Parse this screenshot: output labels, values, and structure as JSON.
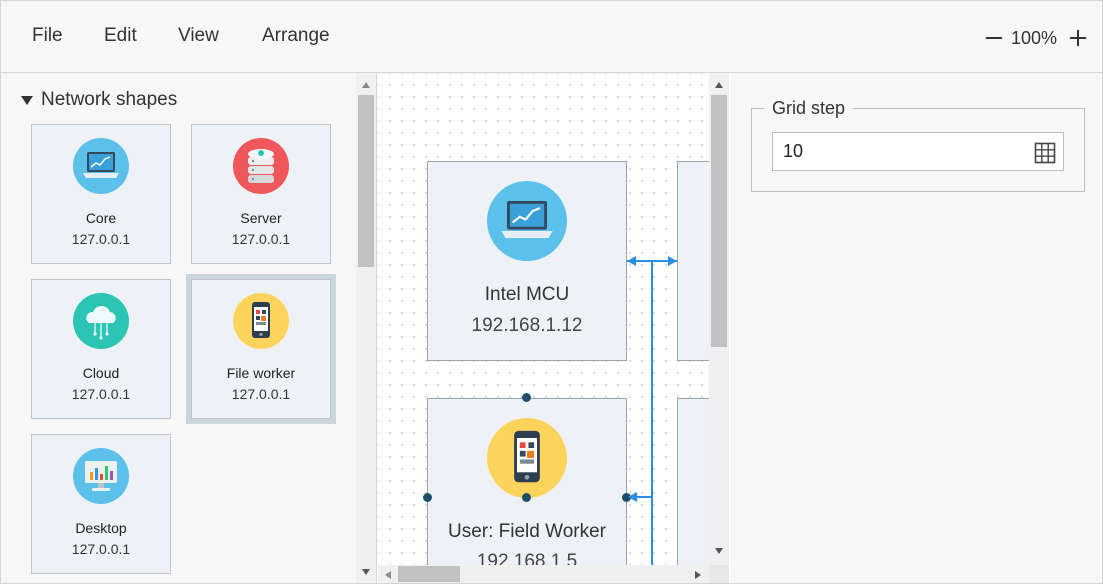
{
  "menu": {
    "file": "File",
    "edit": "Edit",
    "view": "View",
    "arrange": "Arrange"
  },
  "zoom": {
    "value": "100%"
  },
  "palette": {
    "group_title": "Network shapes",
    "shapes": [
      {
        "label": "Core",
        "ip": "127.0.0.1",
        "icon": "laptop-chart-icon",
        "color": "#5bc0ea"
      },
      {
        "label": "Server",
        "ip": "127.0.0.1",
        "icon": "server-icon",
        "color": "#f0575a"
      },
      {
        "label": "Cloud",
        "ip": "127.0.0.1",
        "icon": "cloud-icon",
        "color": "#2bc5b4"
      },
      {
        "label": "File worker",
        "ip": "127.0.0.1",
        "icon": "mobile-qr-icon",
        "color": "#fdd45b"
      },
      {
        "label": "Desktop",
        "ip": "127.0.0.1",
        "icon": "desktop-chart-icon",
        "color": "#5bc0ea"
      }
    ]
  },
  "canvas": {
    "nodes": [
      {
        "title": "Intel MCU",
        "address": "192.168.1.12",
        "icon": "laptop-chart-icon"
      },
      {
        "title": "User: Field Worker",
        "address": "192.168.1.5",
        "icon": "mobile-qr-icon"
      }
    ],
    "connector_color": "#2a8fe0"
  },
  "properties": {
    "grid_step_label": "Grid step",
    "grid_step_value": "10"
  }
}
